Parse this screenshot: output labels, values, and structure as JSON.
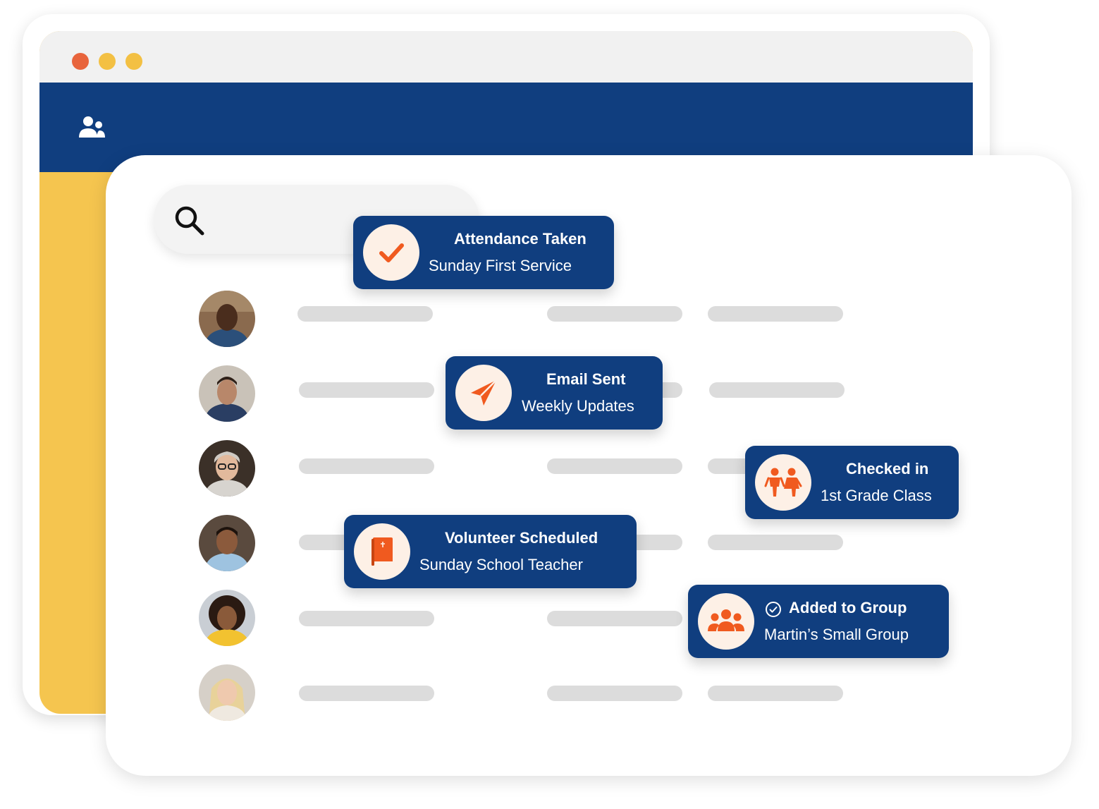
{
  "app": {
    "nav_icon": "people-icon",
    "search": {
      "icon": "search-icon",
      "value": ""
    }
  },
  "colors": {
    "navy": "#103e7f",
    "accent_orange": "#f05a1f",
    "yellow": "#f5c54f",
    "window_dots": [
      "#e8643c",
      "#f3c043",
      "#f3c043"
    ]
  },
  "people": [
    {
      "avatar": "person-avatar"
    },
    {
      "avatar": "person-avatar"
    },
    {
      "avatar": "person-avatar"
    },
    {
      "avatar": "person-avatar"
    },
    {
      "avatar": "person-avatar"
    },
    {
      "avatar": "person-avatar"
    }
  ],
  "notifications": [
    {
      "icon": "checkmark-icon",
      "title": "Attendance Taken",
      "subtitle": "Sunday First Service"
    },
    {
      "icon": "paper-plane-icon",
      "title": "Email Sent",
      "subtitle": "Weekly Updates"
    },
    {
      "icon": "children-icon",
      "title": "Checked in",
      "subtitle": "1st Grade Class"
    },
    {
      "icon": "book-icon",
      "title": "Volunteer Scheduled",
      "subtitle": "Sunday School Teacher"
    },
    {
      "icon": "group-icon",
      "title": "Added to Group",
      "subtitle": "Martin’s Small Group",
      "badge_icon": "check-circle-icon"
    }
  ]
}
